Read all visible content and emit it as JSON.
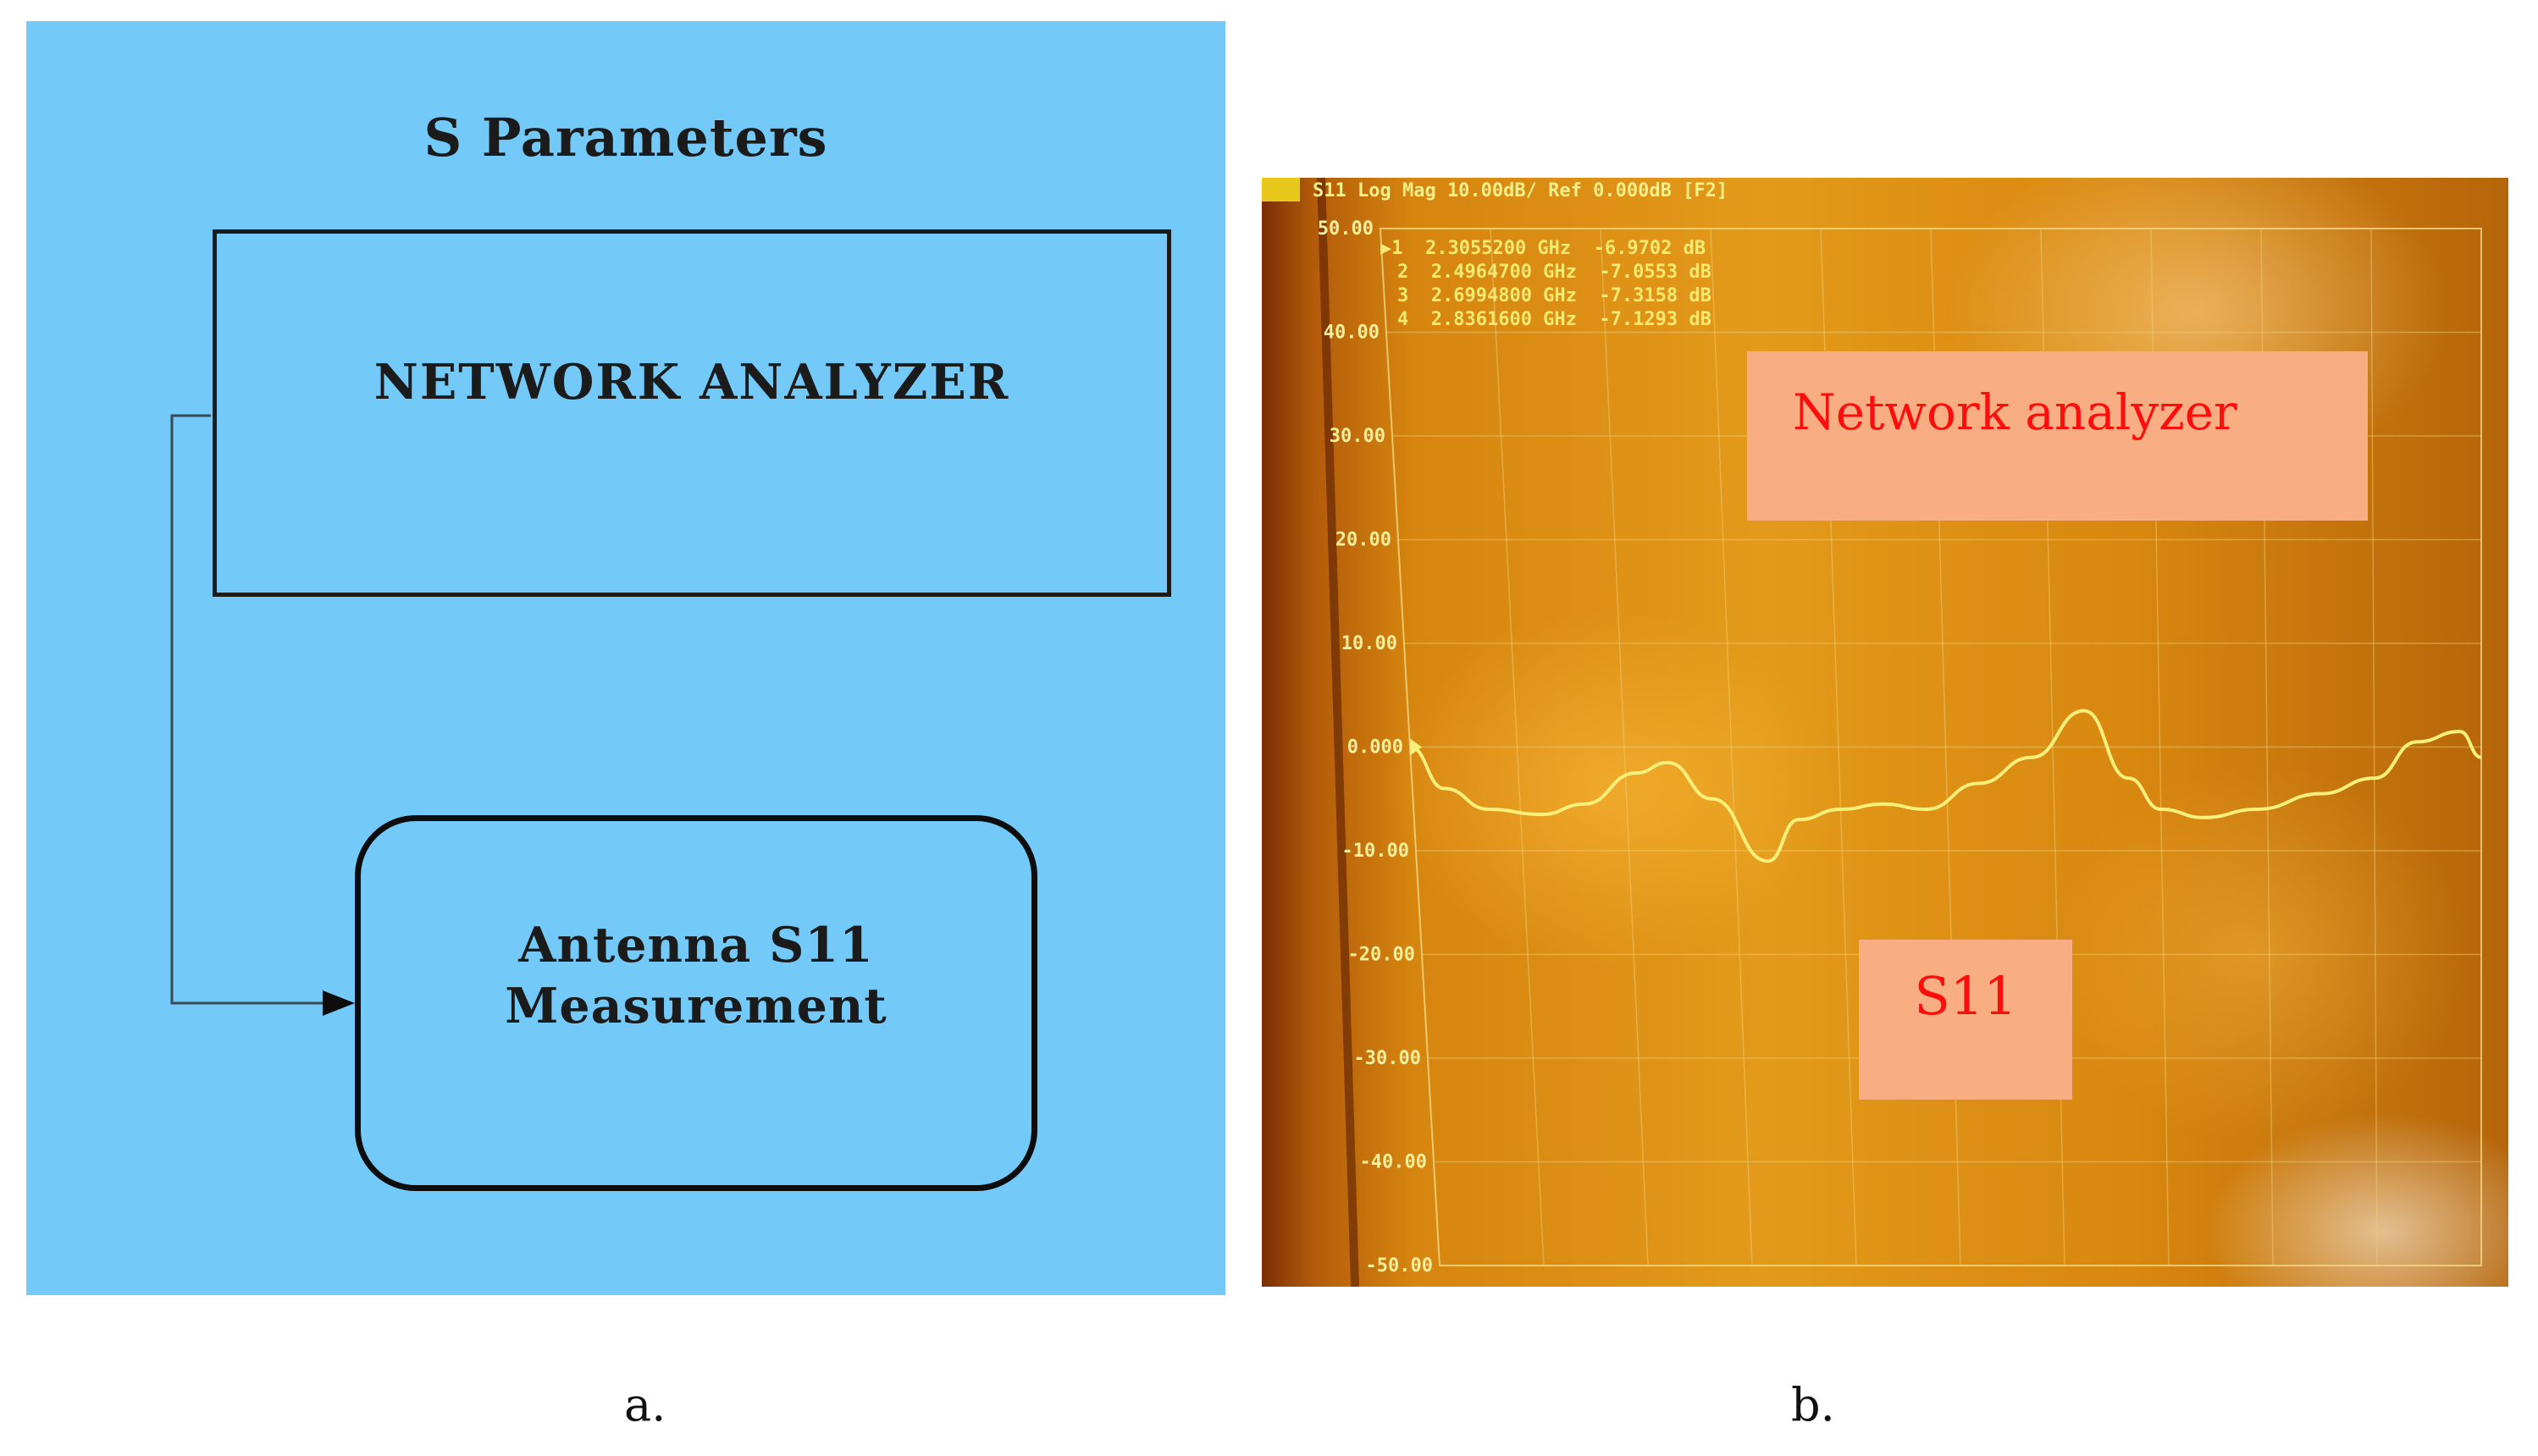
{
  "panel_a": {
    "title": "S Parameters",
    "network_analyzer_label": "NETWORK ANALYZER",
    "antenna_label_line1": "Antenna S11",
    "antenna_label_line2": "Measurement",
    "background_color": "#73c9f7"
  },
  "panel_b": {
    "header": "S11 Log Mag 10.00dB/ Ref 0.000dB [F2]",
    "markers": [
      "▶1  2.3055200 GHz  -6.9702 dB",
      "2  2.4964700 GHz  -7.0553 dB",
      "3  2.6994800 GHz  -7.3158 dB",
      "4  2.8361600 GHz  -7.1293 dB"
    ],
    "callout_network_analyzer": "Network analyzer",
    "callout_s11": "S11",
    "callout_color": "#f9ad82",
    "callout_text_color": "#ff0d0d",
    "chart_data": {
      "type": "line",
      "ylim": [
        -50,
        50
      ],
      "y_ticks": [
        "50.00",
        "40.00",
        "30.00",
        "20.00",
        "10.00",
        "0.000",
        "-10.00",
        "-20.00",
        "-30.00",
        "-40.00",
        "-50.00"
      ],
      "grid": true,
      "series": [
        {
          "x": [
            0,
            0.3,
            0.7,
            1.2,
            1.6,
            2.1,
            2.4,
            2.8,
            3.3,
            3.6,
            4.0,
            4.4,
            4.8,
            5.3,
            5.8,
            6.3,
            6.7,
            7.0,
            7.4,
            7.9,
            8.5,
            9.0,
            9.4,
            9.8,
            10.0
          ],
          "values": [
            0,
            -4,
            -6,
            -6.5,
            -5.5,
            -2.5,
            -1.5,
            -5,
            -11,
            -7,
            -6,
            -5.5,
            -6,
            -3.5,
            -1,
            3.5,
            -3,
            -6,
            -6.8,
            -6,
            -4.5,
            -3,
            0.5,
            1.5,
            -1
          ]
        }
      ]
    }
  },
  "captions": {
    "a": "a.",
    "b": "b."
  }
}
